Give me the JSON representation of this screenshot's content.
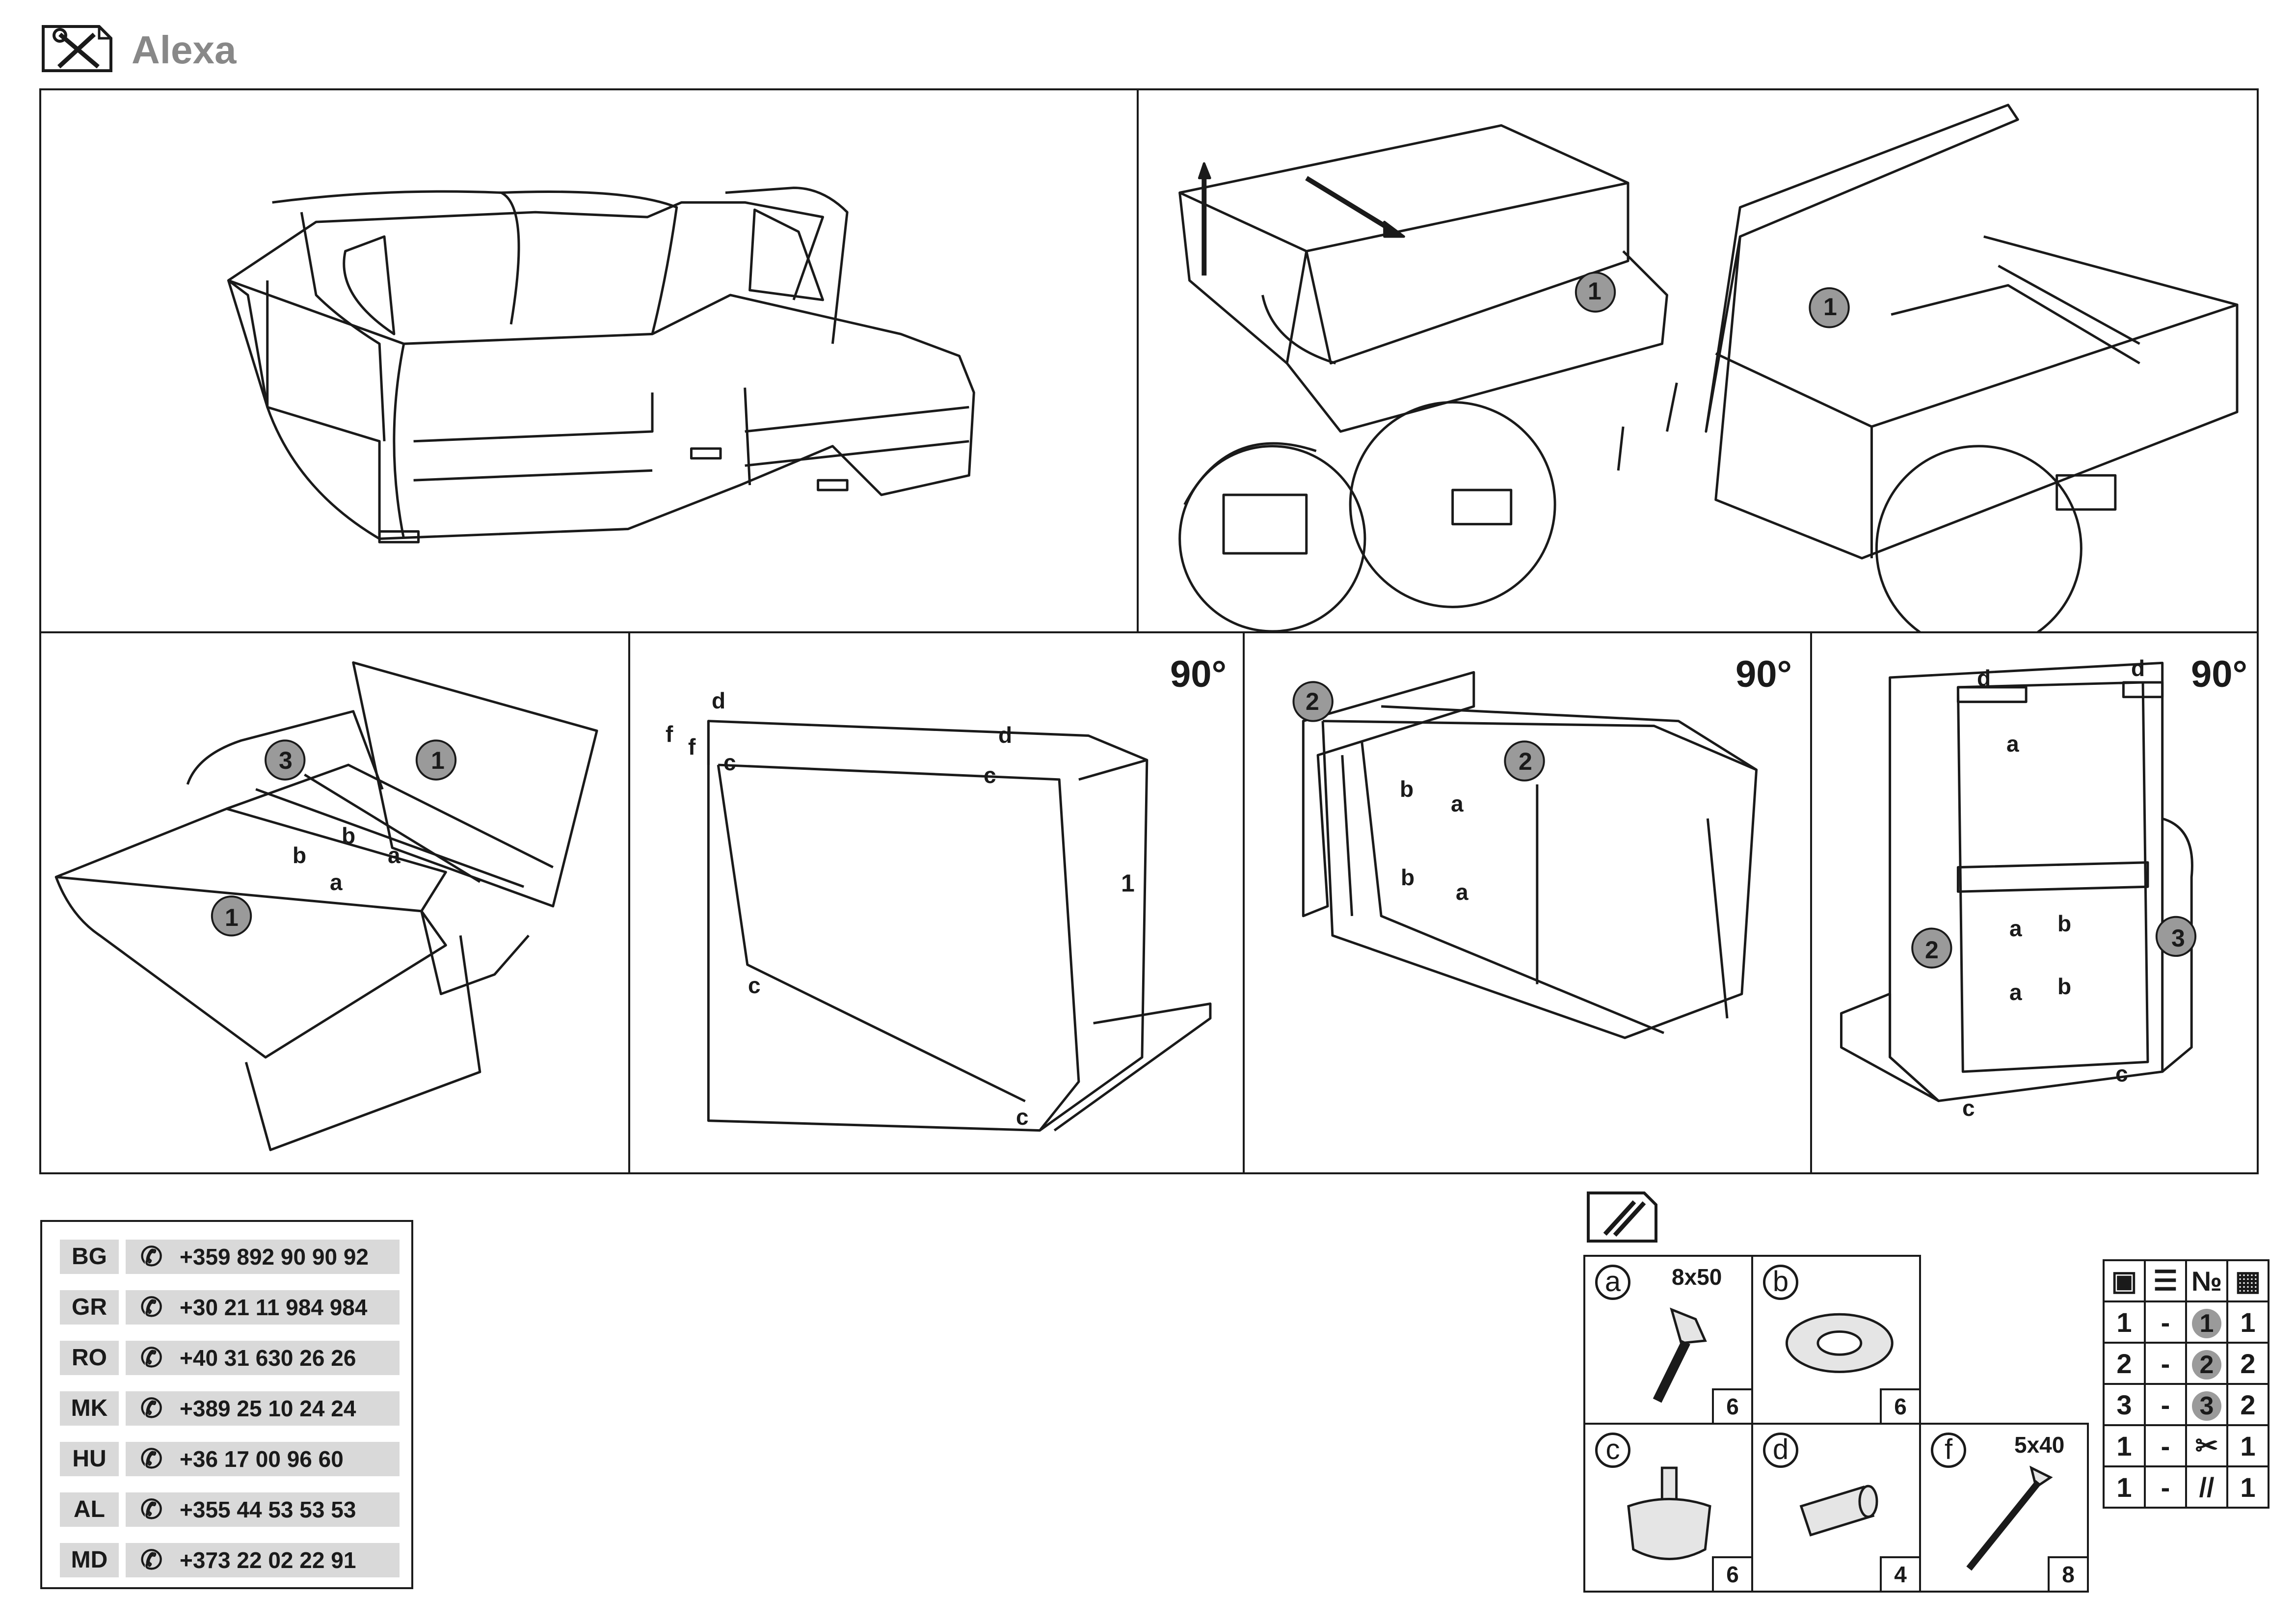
{
  "document": {
    "title": "Alexa"
  },
  "callouts": {
    "p1": "1",
    "p2": "2",
    "p3": "3",
    "a": "a",
    "b": "b",
    "c": "c",
    "d": "d",
    "f": "f",
    "rotate": "90°"
  },
  "phones": [
    {
      "code": "BG",
      "number": "+359 892 90 90 92"
    },
    {
      "code": "GR",
      "number": "+30 21 11 984 984"
    },
    {
      "code": "RO",
      "number": "+40 31 630 26 26"
    },
    {
      "code": "MK",
      "number": "+389 25 10 24 24"
    },
    {
      "code": "HU",
      "number": "+36 17 00 96 60"
    },
    {
      "code": "AL",
      "number": "+355 44 53 53 53"
    },
    {
      "code": "MD",
      "number": "+373 22 02 22 91"
    }
  ],
  "hardware": [
    {
      "letter": "a",
      "size": "8x50",
      "count": "6",
      "icon": "bolt-icon"
    },
    {
      "letter": "b",
      "size": "",
      "count": "6",
      "icon": "washer-icon"
    },
    {
      "letter": "c",
      "size": "",
      "count": "6",
      "icon": "foot-icon"
    },
    {
      "letter": "d",
      "size": "",
      "count": "4",
      "icon": "dowel-icon"
    },
    {
      "letter": "f",
      "size": "5x40",
      "count": "8",
      "icon": "screw-icon"
    }
  ],
  "package_table": {
    "header_icons": [
      "box-icon",
      "stack-icon",
      "number-sign",
      "parts-grid-icon"
    ],
    "header_number_label": "№",
    "rows": [
      {
        "qty": "1",
        "dash": "-",
        "part": "1",
        "count": "1",
        "part_kind": "number"
      },
      {
        "qty": "2",
        "dash": "-",
        "part": "2",
        "count": "2",
        "part_kind": "number"
      },
      {
        "qty": "3",
        "dash": "-",
        "part": "3",
        "count": "2",
        "part_kind": "number"
      },
      {
        "qty": "1",
        "dash": "-",
        "part": "",
        "count": "1",
        "part_kind": "tools-icon"
      },
      {
        "qty": "1",
        "dash": "-",
        "part": "",
        "count": "1",
        "part_kind": "fittings-icon"
      }
    ]
  },
  "colors": {
    "line": "#1a1a1a",
    "callout_grey": "#9a9a9a",
    "phone_bg": "#d9d9d9",
    "title_grey": "#888888"
  }
}
